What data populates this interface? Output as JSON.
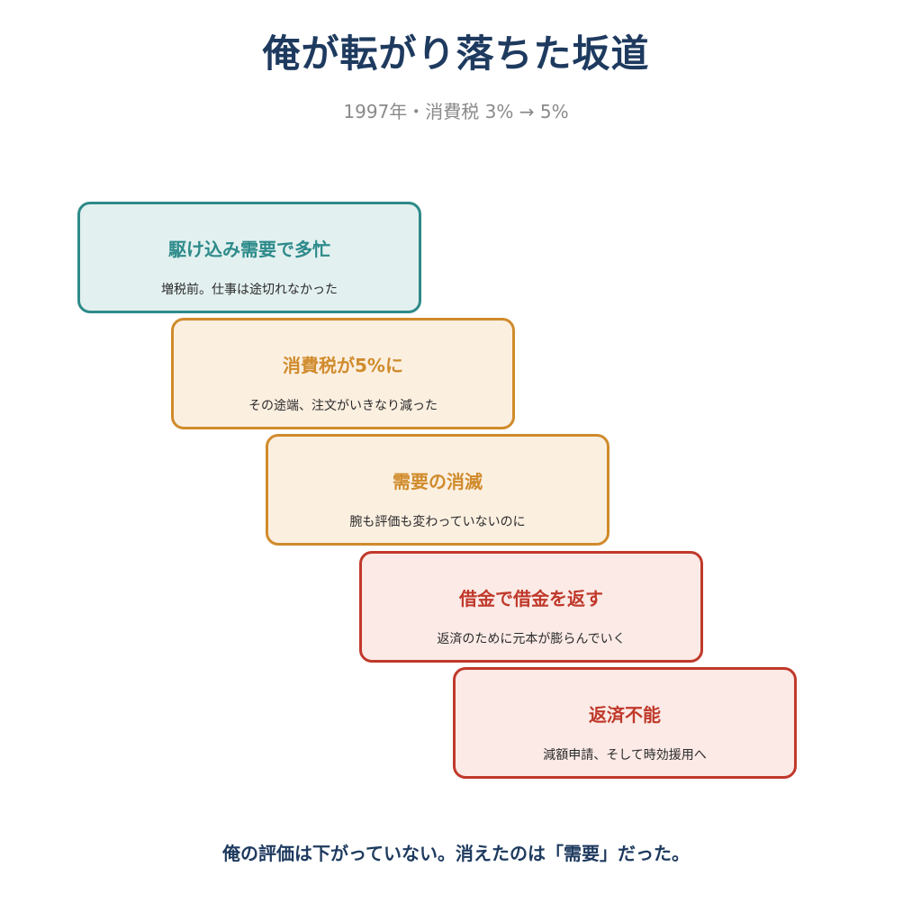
{
  "title": "俺が転がり落ちた坂道",
  "subtitle": "1997年・消費税 3% → 5%",
  "steps": [
    {
      "title": "駆け込み需要で多忙",
      "desc": "増税前。仕事は途切れなかった",
      "tone": "teal"
    },
    {
      "title": "消費税が5%に",
      "desc": "その途端、注文がいきなり減った",
      "tone": "amber"
    },
    {
      "title": "需要の消滅",
      "desc": "腕も評価も変わっていないのに",
      "tone": "amber"
    },
    {
      "title": "借金で借金を返す",
      "desc": "返済のために元本が膨らんでいく",
      "tone": "red"
    },
    {
      "title": "返済不能",
      "desc": "減額申請、そして時効援用へ",
      "tone": "red"
    }
  ],
  "footer": "俺の評価は下がっていない。消えたのは「需要」だった。",
  "colors": {
    "navy": "#1e3a5f",
    "teal": "#2d8a8a",
    "amber": "#d08b2c",
    "red": "#c0392b"
  }
}
